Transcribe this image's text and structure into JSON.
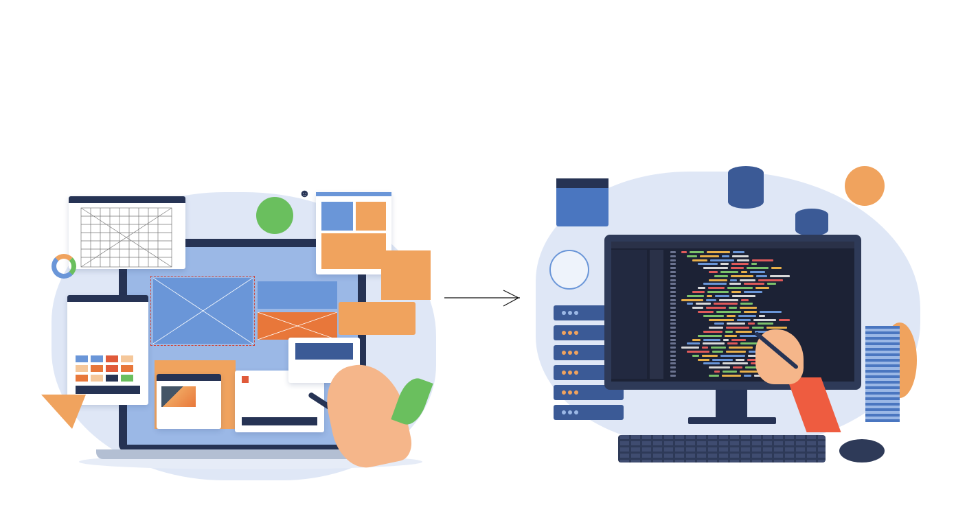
{
  "scene": {
    "title": "",
    "left_panel": {
      "subject": "design-wireframe-laptop"
    },
    "right_panel": {
      "subject": "developer-monitor-code-editor"
    },
    "arrow": {
      "direction": "right"
    }
  },
  "colors": {
    "navy": "#263354",
    "blue": "#6a96d8",
    "light_blue": "#dfe7f6",
    "orange": "#f0a35e",
    "dark_orange": "#e8773a",
    "green": "#6abf5e",
    "red": "#e05a3a",
    "editor_bg": "#1c2235",
    "skin": "#f5b68a"
  },
  "code_colors": [
    "#e05a5a",
    "#7cc26a",
    "#e8b04a",
    "#6a96d8",
    "#d9d9d9"
  ]
}
